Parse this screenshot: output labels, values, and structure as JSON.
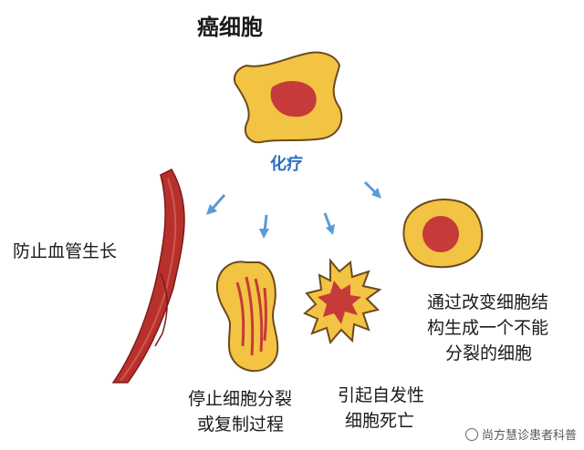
{
  "title": "癌细胞",
  "treatment": "化疗",
  "colors": {
    "cell_fill": "#f3c343",
    "cell_outline": "#6b4a1e",
    "nucleus": "#c63a3a",
    "arrow": "#5b9bd5",
    "treatment_text": "#2e6fc0",
    "vessel": "#b8302c"
  },
  "labels": {
    "vessel_line1": "防止血管生长",
    "division_line1": "停止细胞分裂",
    "division_line2": "或复制过程",
    "apoptosis_line1": "引起自发性",
    "apoptosis_line2": "细胞死亡",
    "structure_line1": "通过改变细胞结",
    "structure_line2": "构生成一个不能",
    "structure_line3": "分裂的细胞"
  },
  "watermark": "尚方慧诊患者科普"
}
